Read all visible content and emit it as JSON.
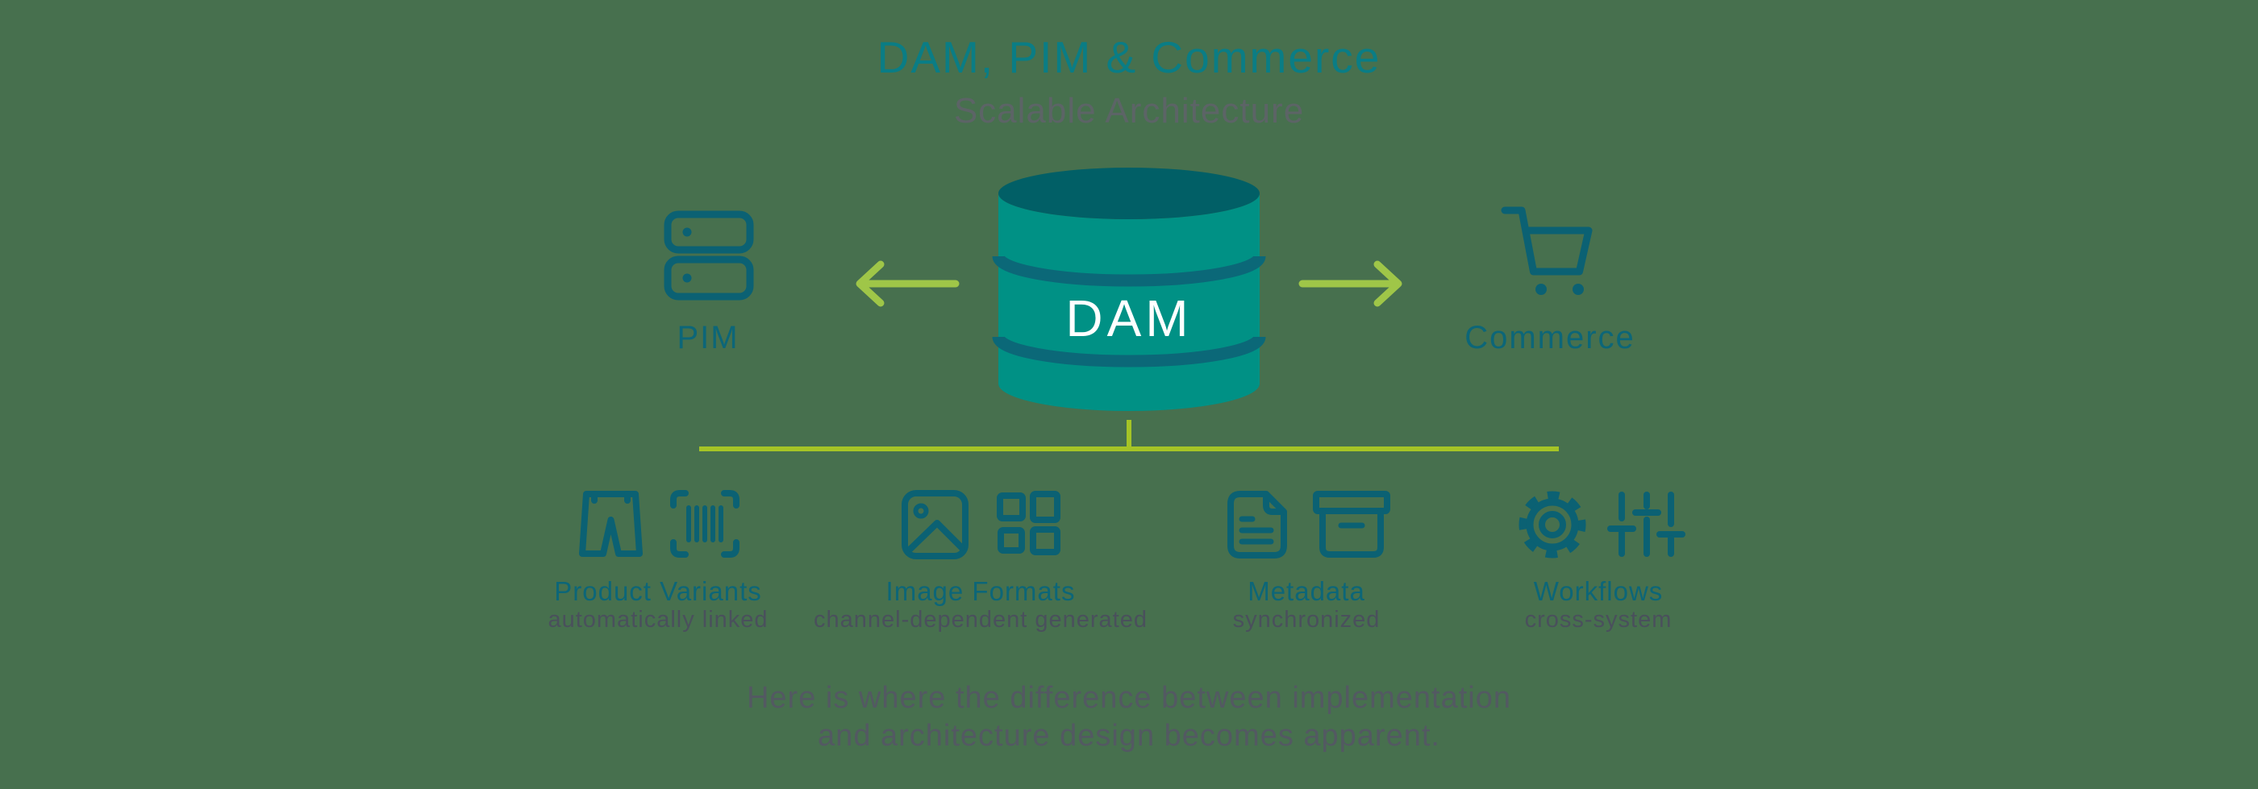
{
  "title": "DAM, PIM & Commerce",
  "subtitle": "Scalable Architecture",
  "database": {
    "label": "DAM"
  },
  "nodes": {
    "left": {
      "label": "PIM",
      "icon": "server-icon"
    },
    "right": {
      "label": "Commerce",
      "icon": "shopping-cart-icon"
    }
  },
  "features": [
    {
      "label": "Product Variants",
      "caption": "automatically linked",
      "icons": [
        "pants-icon",
        "barcode-scan-icon"
      ]
    },
    {
      "label": "Image Formats",
      "caption": "channel-dependent generated",
      "icons": [
        "image-icon",
        "grid-icon"
      ]
    },
    {
      "label": "Metadata",
      "caption": "synchronized",
      "icons": [
        "file-text-icon",
        "archive-box-icon"
      ]
    },
    {
      "label": "Workflows",
      "caption": "cross-system",
      "icons": [
        "gear-icon",
        "sliders-icon"
      ]
    }
  ],
  "footer": {
    "line1": "Here is where the difference between implementation",
    "line2": "and architecture design becomes apparent."
  },
  "colors": {
    "background": "#47704E",
    "title_teal": "#0A7D85",
    "subtitle_gray": "#5C6466",
    "label_teal": "#0C6678",
    "icon_teal": "#0B6173",
    "caption_gray": "#4A505C",
    "footer_gray": "#535962",
    "cyl_body": "#009185",
    "cyl_top": "#015F66",
    "cyl_band": "#0B6878",
    "lime_arrow": "#9FC648",
    "lime_line": "#A5C426",
    "dam_text": "#FFFFFF"
  }
}
